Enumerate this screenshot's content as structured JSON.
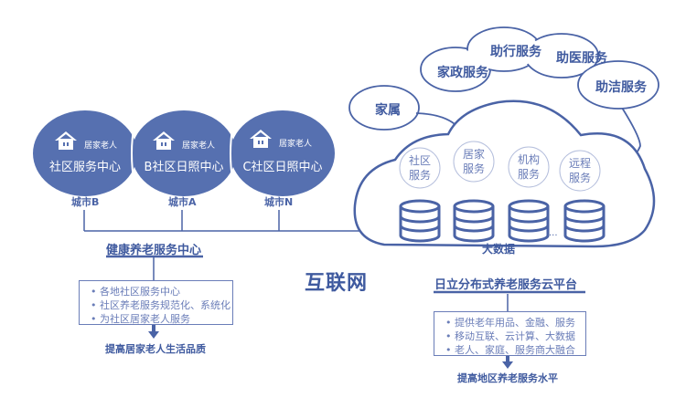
{
  "centers": [
    {
      "resident_label": "居家老人",
      "name": "社区服务中心",
      "city": "城市B"
    },
    {
      "resident_label": "居家老人",
      "name": "B社区日照中心",
      "city": "城市A"
    },
    {
      "resident_label": "居家老人",
      "name": "C社区日照中心",
      "city": "城市N"
    }
  ],
  "left_panel": {
    "title": "健康养老服务中心",
    "bullets": [
      "各地社区服务中心",
      "社区养老服务规范化、系统化",
      "为社区居家老人服务"
    ],
    "result": "提高居家老人生活品质"
  },
  "internet_label": "互联网",
  "cloud": {
    "family_bubble": "家属",
    "service_bubbles": [
      "家政服务",
      "助行服务",
      "助医服务",
      "助洁服务"
    ],
    "services": [
      {
        "line1": "社区",
        "line2": "服务"
      },
      {
        "line1": "居家",
        "line2": "服务"
      },
      {
        "line1": "机构",
        "line2": "服务"
      },
      {
        "line1": "远程",
        "line2": "服务"
      }
    ],
    "ellipsis": "...",
    "big_data_label": "大数据"
  },
  "right_panel": {
    "title": "日立分布式养老服务云平台",
    "bullets": [
      "提供老年用品、金融、服务",
      "移动互联、云计算、大数据",
      "老人、家庭、服务商大融合"
    ],
    "result": "提高地区养老服务水平"
  },
  "colors": {
    "primary": "#4a63a6",
    "circle_fill": "#5670b0",
    "light_line": "#8c9cc8"
  }
}
